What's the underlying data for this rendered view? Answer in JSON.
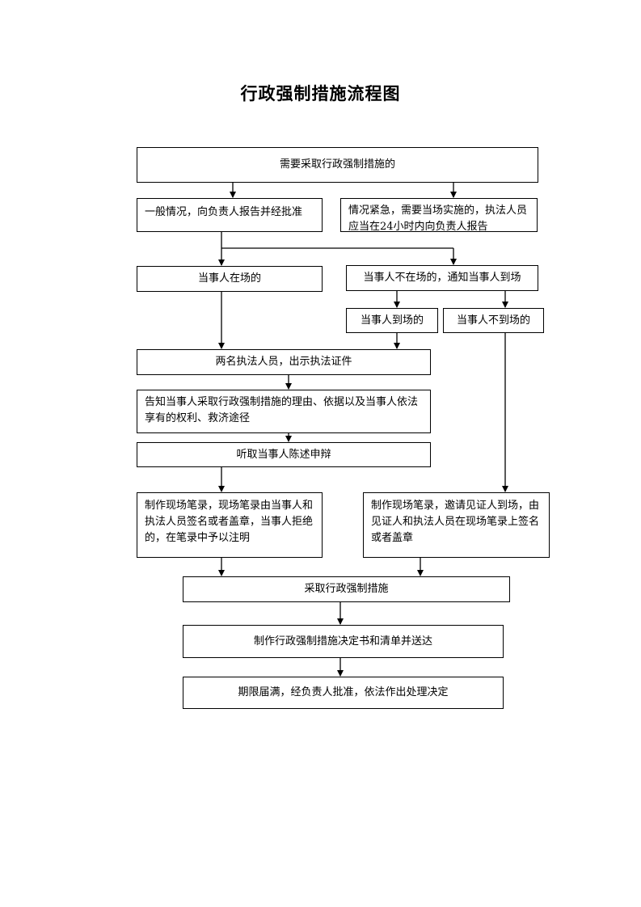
{
  "title": "行政强制措施流程图",
  "nodes": {
    "start": "需要采取行政强制措施的",
    "normal": "一般情况，向负责人报告并经批准",
    "urgent": "情况紧急，需要当场实施的，执法人员应当在24小时内向负责人报告",
    "present": "当事人在场的",
    "absent": "当事人不在场的，通知当事人到场",
    "arrives": "当事人到场的",
    "not_arrive": "当事人不到场的",
    "show_id": "两名执法人员，出示执法证件",
    "inform": "告知当事人采取行政强制措施的理由、依据以及当事人依法享有的权利、救济途径",
    "hear": "听取当事人陈述申辩",
    "record_present": "制作现场笔录，现场笔录由当事人和执法人员签名或者盖章，当事人拒绝的，在笔录中予以注明",
    "record_witness": "制作现场笔录，邀请见证人到场，由见证人和执法人员在现场笔录上签名或者盖章",
    "take_measure": "采取行政强制措施",
    "decision": "制作行政强制措施决定书和清单并送达",
    "expire": "期限届满，经负责人批准，依法作出处理决定"
  }
}
